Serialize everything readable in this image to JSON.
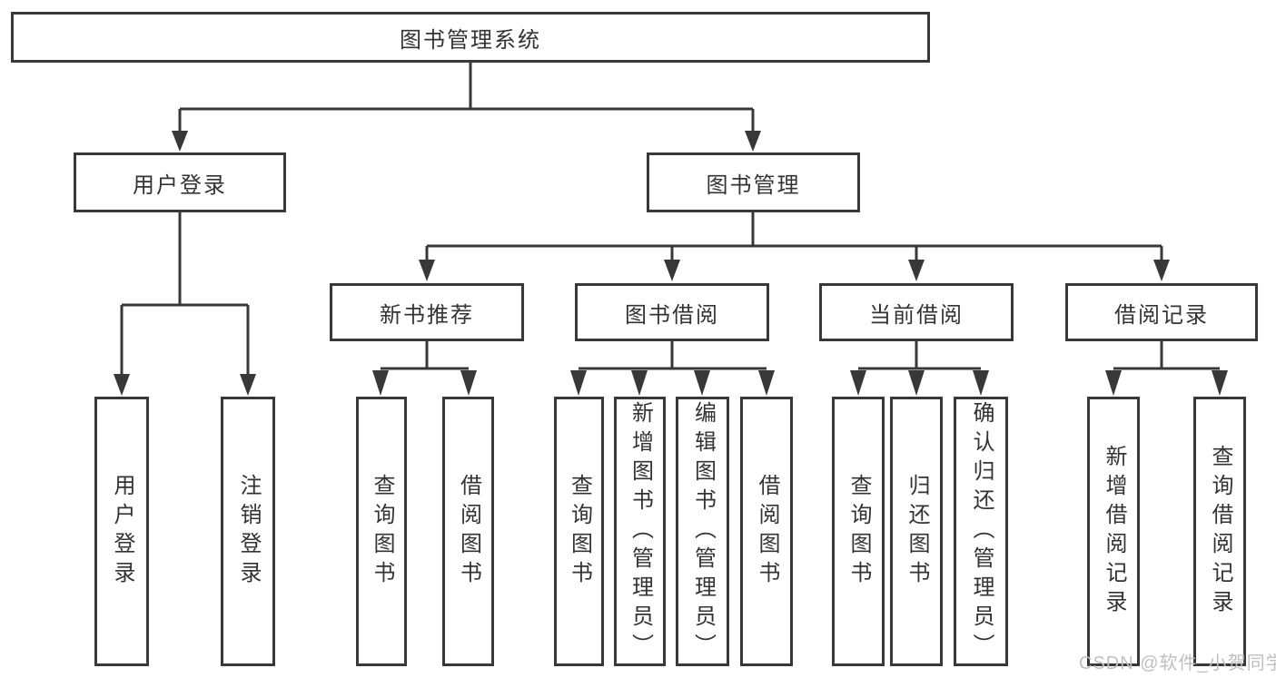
{
  "diagram": {
    "root": "图书管理系统",
    "level2": [
      {
        "label": "用户登录",
        "leaves": [
          "用户登录",
          "注销登录"
        ]
      },
      {
        "label": "图书管理",
        "sections": [
          {
            "label": "新书推荐",
            "leaves": [
              "查询图书",
              "借阅图书"
            ]
          },
          {
            "label": "图书借阅",
            "leaves": [
              "查询图书",
              "新增图书（管理员）",
              "编辑图书（管理员）",
              "借阅图书"
            ]
          },
          {
            "label": "当前借阅",
            "leaves": [
              "查询图书",
              "归还图书",
              "确认归还（管理员）"
            ]
          },
          {
            "label": "借阅记录",
            "leaves": [
              "新增借阅记录",
              "查询借阅记录"
            ]
          }
        ]
      }
    ]
  },
  "watermark": "CSDN @软件_小贺同学",
  "colors": {
    "line": "#383838",
    "text": "#333333",
    "watermark": "#bfbfbf",
    "background": "#ffffff"
  }
}
